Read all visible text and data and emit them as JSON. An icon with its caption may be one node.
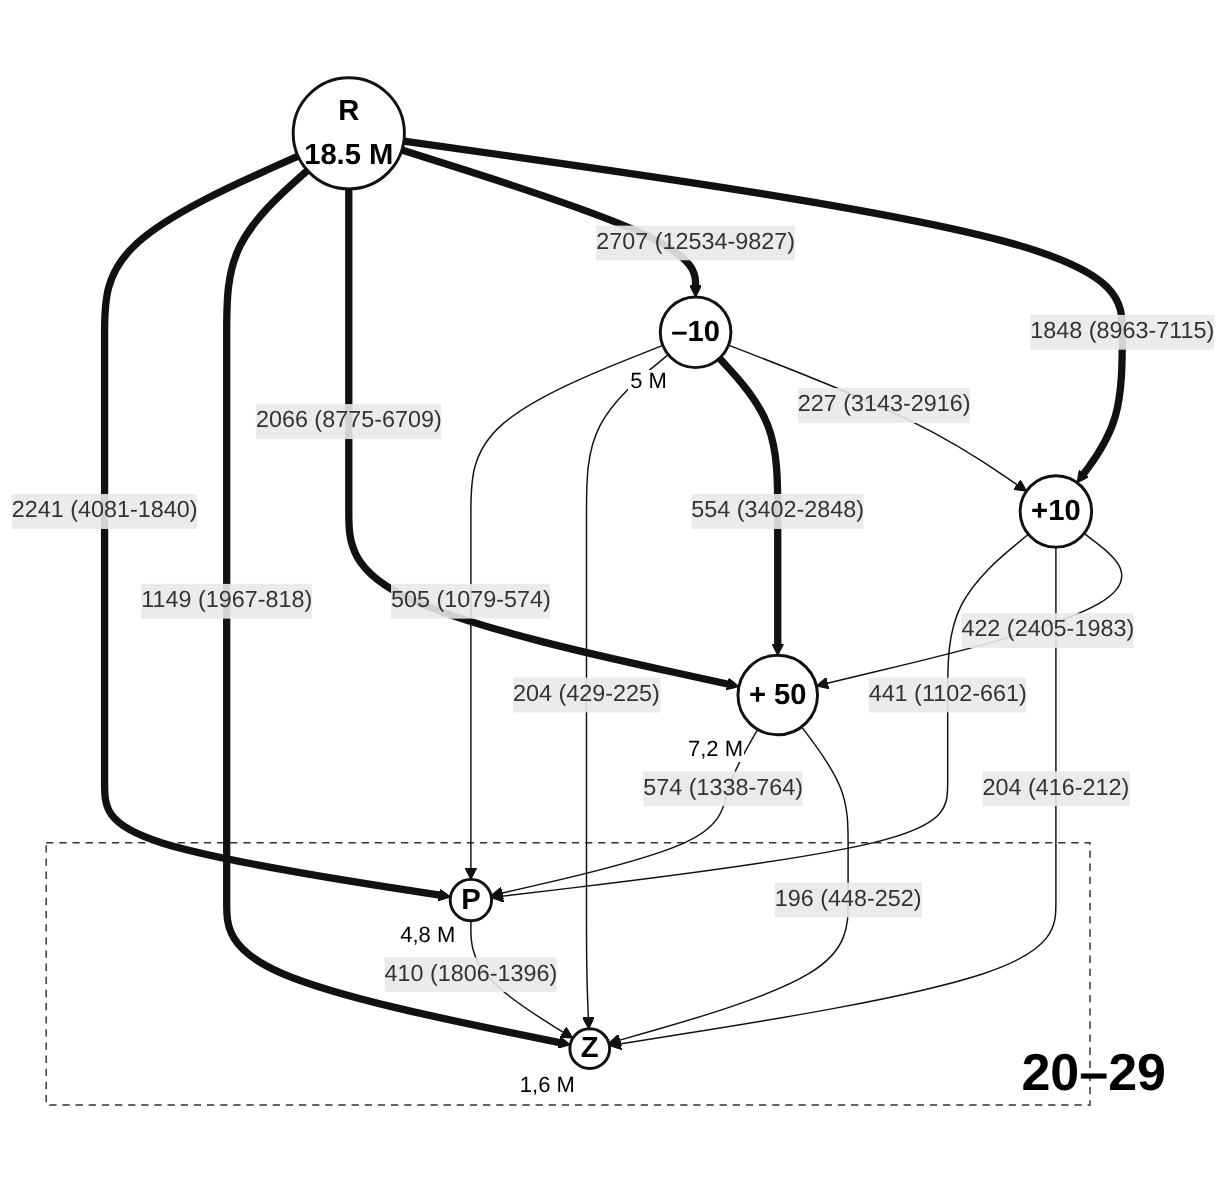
{
  "diagram": {
    "nodes": [
      {
        "text": [],
        "shape": "box"
      },
      {
        "text": [
          "P"
        ],
        "in": 0,
        "beside": [
          "4,8 M"
        ]
      },
      {
        "text": [
          "Z"
        ],
        "in": 0,
        "beside": [
          "1,6 M"
        ]
      },
      {
        "text": [
          "+ 50"
        ],
        "beside": [
          "7,2 M"
        ]
      },
      {
        "text": [
          "R",
          "18.5 M"
        ]
      },
      {
        "text": [
          "–10"
        ],
        "beside": [
          "5 M"
        ]
      },
      {
        "text": [
          "+10"
        ]
      }
    ],
    "edges": [
      {
        "from": 1,
        "to": 2,
        "arrow": "to",
        "label": "410 (1806-1396)"
      },
      {
        "from": 3,
        "to": 1,
        "arrow": "to",
        "label": "574 (1338-764)"
      },
      {
        "from": 3,
        "to": 2,
        "arrow": "to",
        "label": "196 (448-252)"
      },
      {
        "from": 4,
        "to": 1,
        "arrow": "to",
        "label": "2241 (4081-1840)",
        "style": "thick"
      },
      {
        "from": 4,
        "to": 2,
        "arrow": "to",
        "label": "1149 (1967-818)",
        "style": "thick"
      },
      {
        "from": 5,
        "to": 1,
        "arrow": "to",
        "label": "505 (1079-574)"
      },
      {
        "from": 5,
        "to": 2,
        "arrow": "to",
        "label": "204 (429-225)"
      },
      {
        "from": 4,
        "to": 3,
        "arrow": "to",
        "label": "2066 (8775-6709)",
        "style": "thick"
      },
      {
        "from": 4,
        "to": 5,
        "arrow": "to",
        "label": "2707 (12534-9827)",
        "style": "thick"
      },
      {
        "from": 5,
        "to": 3,
        "arrow": "to",
        "label": "554 (3402-2848)",
        "style": "thick"
      },
      {
        "from": 4,
        "to": 6,
        "arrow": "to",
        "label": "1848 (8963-7115)",
        "style": "thick"
      },
      {
        "from": 6,
        "to": 1,
        "arrow": "to",
        "label": "441 (1102-661)"
      },
      {
        "from": 6,
        "to": 2,
        "arrow": "to",
        "label": "204 (416-212)"
      },
      {
        "from": 6,
        "to": 3,
        "arrow": "to",
        "label": "422 (2405-1983)"
      },
      {
        "from": 5,
        "to": 6,
        "arrow": "to",
        "label": "227 (3143-2916)"
      }
    ],
    "labels": [
      "20–29"
    ]
  }
}
